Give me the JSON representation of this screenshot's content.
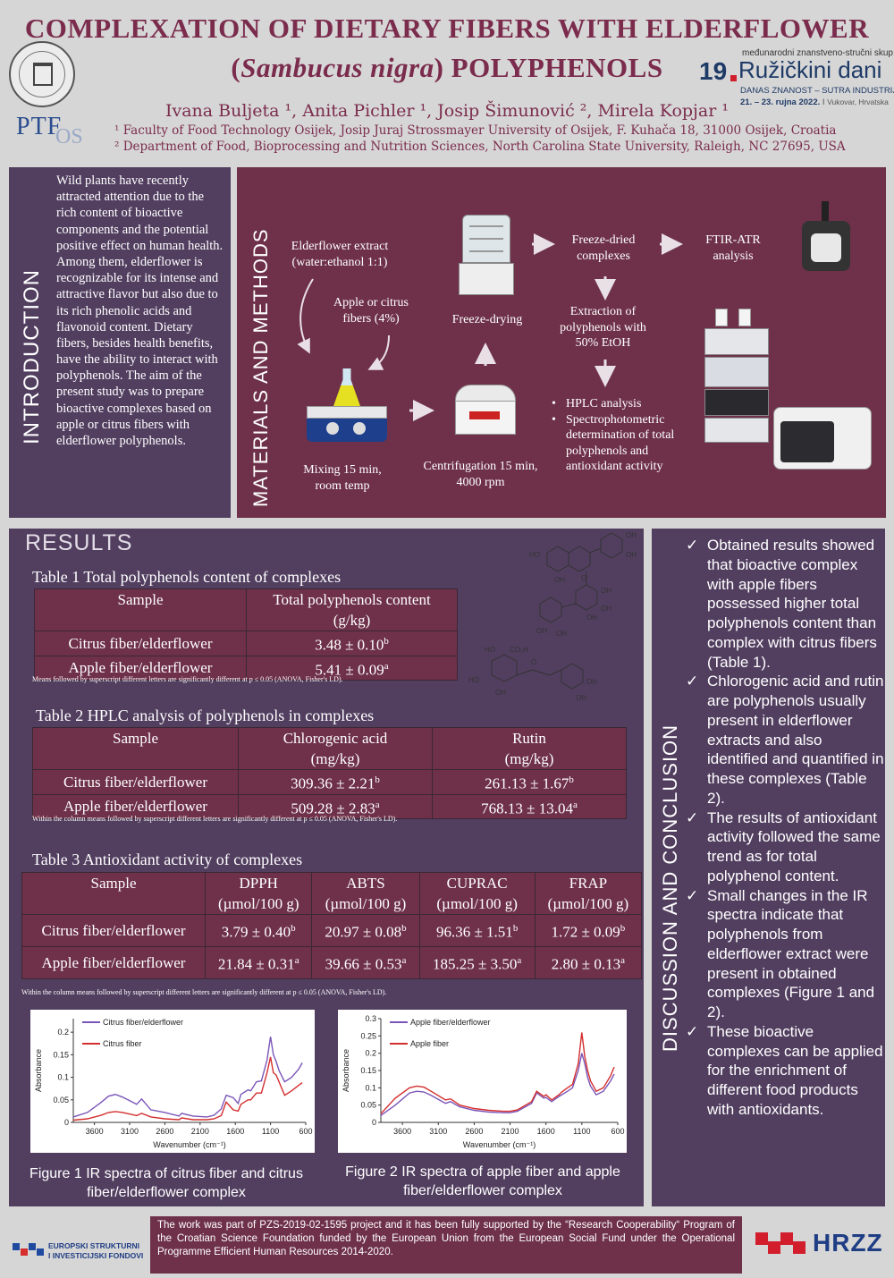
{
  "header": {
    "title_line1": "COMPLEXATION OF DIETARY FIBERS WITH ELDERFLOWER",
    "title_line2_paren_open": "(",
    "title_line2_italic": "Sambucus nigra",
    "title_line2_rest": ") POLYPHENOLS",
    "authors": "Ivana Buljeta ¹, Anita Pichler ¹, Josip Šimunović ², Mirela Kopjar ¹",
    "affiliation1": "¹ Faculty of Food Technology Osijek, Josip Juraj Strossmayer University of Osijek, F. Kuhača 18, 31000 Osijek, Croatia",
    "affiliation2": "² Department of Food, Bioprocessing and Nutrition Sciences, North Carolina State University, Raleigh, NC 27695, USA",
    "ptf_logo_text": "PTF",
    "ptf_logo_os": "OS",
    "conf_top": "međunarodni znanstveno-stručni skup",
    "conf_number": "19",
    "conf_name": "Ružičkini dani",
    "conf_slogan": "DANAS ZNANOST – SUTRA INDUSTRIJA",
    "conf_dates": "21. – 23. rujna 2022.",
    "conf_place": "Vukovar, Hrvatska"
  },
  "introduction": {
    "label": "INTRODUCTION",
    "text": "Wild plants have recently attracted attention due to the rich content of bioactive components and the potential positive effect on human health. Among them, elderflower is recognizable for its intense and attractive flavor but also due to its rich phenolic acids and flavonoid content. Dietary fibers, besides health benefits, have the ability to interact with polyphenols. The aim of the present study was to prepare bioactive complexes based on apple or citrus fibers with elderflower polyphenols."
  },
  "methods": {
    "label": "MATERIALS AND METHODS",
    "extract": "Elderflower extract (water:ethanol 1:1)",
    "fibers": "Apple or citrus fibers (4%)",
    "mixing": "Mixing 15 min, room temp",
    "centrifugation": "Centrifugation 15 min, 4000 rpm",
    "freeze_drying": "Freeze-drying",
    "freeze_dried": "Freeze-dried complexes",
    "ftir": "FTIR-ATR analysis",
    "extraction": "Extraction of polyphenols with 50% EtOH",
    "hplc": "HPLC analysis",
    "spectro": "Spectrophotometric determination of total polyphenols and antioxidant activity"
  },
  "results": {
    "label": "RESULTS",
    "table1": {
      "caption": "Table 1 Total polyphenols content of complexes",
      "headers": [
        "Sample",
        "Total polyphenols content",
        "(g/kg)"
      ],
      "rows": [
        [
          "Citrus fiber/elderflower",
          "3.48 ± 0.10",
          "b"
        ],
        [
          "Apple fiber/elderflower",
          "5.41 ± 0.09",
          "a"
        ]
      ],
      "note": "Means followed by superscript different letters are significantly different at p ≤ 0.05 (ANOVA, Fisher's LD)."
    },
    "table2": {
      "caption": "Table 2 HPLC analysis of polyphenols in complexes",
      "headers": [
        "Sample",
        "Chlorogenic acid",
        "(mg/kg)",
        "Rutin",
        "(mg/kg)"
      ],
      "rows": [
        [
          "Citrus fiber/elderflower",
          "309.36 ± 2.21",
          "b",
          "261.13 ± 1.67",
          "b"
        ],
        [
          "Apple fiber/elderflower",
          "509.28 ± 2.83",
          "a",
          "768.13 ± 13.04",
          "a"
        ]
      ],
      "note": "Within the column means followed by superscript different letters are significantly different at p ≤ 0.05 (ANOVA, Fisher's LD)."
    },
    "table3": {
      "caption": "Table 3 Antioxidant activity of complexes",
      "headers": [
        "Sample",
        "DPPH",
        "ABTS",
        "CUPRAC",
        "FRAP"
      ],
      "unit": "(µmol/100 g)",
      "rows": [
        [
          "Citrus fiber/elderflower",
          "3.79 ± 0.40",
          "b",
          "20.97 ± 0.08",
          "b",
          "96.36 ± 1.51",
          "b",
          "1.72 ± 0.09",
          "b"
        ],
        [
          "Apple fiber/elderflower",
          "21.84 ± 0.31",
          "a",
          "39.66 ± 0.53",
          "a",
          "185.25 ± 3.50",
          "a",
          "2.80 ± 0.13",
          "a"
        ]
      ],
      "note": "Within the column means followed by superscript different letters are significantly different at p ≤ 0.05 (ANOVA, Fisher's LD)."
    },
    "figure1_caption": "Figure 1 IR spectra of citrus fiber and citrus fiber/elderflower complex",
    "figure2_caption": "Figure 2 IR spectra of apple fiber and apple fiber/elderflower complex"
  },
  "chart_data": [
    {
      "type": "line",
      "xlabel": "Wavenumber (cm⁻¹)",
      "ylabel": "Absorbance",
      "xlim": [
        3900,
        600
      ],
      "ylim": [
        0,
        0.23
      ],
      "xticks": [
        3600,
        3100,
        2600,
        2100,
        1600,
        1100,
        600
      ],
      "yticks": [
        0,
        0.05,
        0.1,
        0.15,
        0.2
      ],
      "legend": "top-left",
      "series": [
        {
          "name": "Citrus fiber/elderflower",
          "color": "#7a55b8",
          "x": [
            3900,
            3700,
            3500,
            3400,
            3300,
            3200,
            3000,
            2930,
            2800,
            2600,
            2400,
            2360,
            2200,
            2100,
            2000,
            1900,
            1800,
            1730,
            1630,
            1560,
            1520,
            1420,
            1380,
            1300,
            1230,
            1150,
            1100,
            1060,
            1020,
            980,
            900,
            800,
            700,
            650
          ],
          "y": [
            0.012,
            0.022,
            0.045,
            0.058,
            0.062,
            0.056,
            0.04,
            0.052,
            0.028,
            0.022,
            0.014,
            0.02,
            0.014,
            0.013,
            0.012,
            0.016,
            0.03,
            0.06,
            0.055,
            0.042,
            0.062,
            0.072,
            0.07,
            0.09,
            0.092,
            0.138,
            0.19,
            0.15,
            0.135,
            0.115,
            0.09,
            0.1,
            0.118,
            0.132
          ]
        },
        {
          "name": "Citrus fiber",
          "color": "#d42e2e",
          "x": [
            3900,
            3700,
            3500,
            3400,
            3300,
            3200,
            3000,
            2930,
            2800,
            2600,
            2400,
            2360,
            2200,
            2100,
            2000,
            1900,
            1800,
            1730,
            1630,
            1560,
            1520,
            1420,
            1380,
            1300,
            1230,
            1150,
            1100,
            1060,
            1020,
            980,
            900,
            800,
            700,
            650
          ],
          "y": [
            0.005,
            0.008,
            0.016,
            0.022,
            0.024,
            0.022,
            0.015,
            0.02,
            0.012,
            0.008,
            0.006,
            0.01,
            0.006,
            0.006,
            0.006,
            0.008,
            0.015,
            0.045,
            0.028,
            0.025,
            0.04,
            0.05,
            0.05,
            0.065,
            0.065,
            0.11,
            0.145,
            0.11,
            0.105,
            0.09,
            0.06,
            0.07,
            0.082,
            0.088
          ]
        }
      ]
    },
    {
      "type": "line",
      "xlabel": "Wavenumber (cm⁻¹)",
      "ylabel": "Absorbance",
      "xlim": [
        3900,
        600
      ],
      "ylim": [
        0,
        0.3
      ],
      "xticks": [
        3600,
        3100,
        2600,
        2100,
        1600,
        1100,
        600
      ],
      "yticks": [
        0,
        0.05,
        0.1,
        0.15,
        0.2,
        0.25,
        0.3
      ],
      "legend": "top-left",
      "series": [
        {
          "name": "Apple fiber/elderflower",
          "color": "#7a55b8",
          "x": [
            3900,
            3700,
            3500,
            3400,
            3300,
            3200,
            3000,
            2930,
            2800,
            2600,
            2400,
            2200,
            2100,
            2000,
            1800,
            1730,
            1630,
            1600,
            1520,
            1420,
            1380,
            1300,
            1230,
            1150,
            1100,
            1060,
            1020,
            980,
            900,
            800,
            700,
            650
          ],
          "y": [
            0.02,
            0.05,
            0.085,
            0.09,
            0.088,
            0.078,
            0.055,
            0.06,
            0.045,
            0.035,
            0.03,
            0.028,
            0.028,
            0.032,
            0.055,
            0.085,
            0.07,
            0.072,
            0.06,
            0.075,
            0.08,
            0.09,
            0.1,
            0.15,
            0.2,
            0.17,
            0.13,
            0.105,
            0.08,
            0.09,
            0.12,
            0.14
          ]
        },
        {
          "name": "Apple fiber",
          "color": "#d42e2e",
          "x": [
            3900,
            3700,
            3500,
            3400,
            3300,
            3200,
            3000,
            2930,
            2800,
            2600,
            2400,
            2200,
            2100,
            2000,
            1800,
            1730,
            1630,
            1600,
            1520,
            1420,
            1380,
            1300,
            1230,
            1150,
            1100,
            1060,
            1020,
            980,
            900,
            800,
            700,
            650
          ],
          "y": [
            0.025,
            0.07,
            0.1,
            0.105,
            0.102,
            0.09,
            0.065,
            0.068,
            0.05,
            0.04,
            0.035,
            0.032,
            0.032,
            0.036,
            0.06,
            0.09,
            0.075,
            0.08,
            0.065,
            0.08,
            0.088,
            0.1,
            0.11,
            0.17,
            0.26,
            0.19,
            0.15,
            0.12,
            0.09,
            0.1,
            0.135,
            0.16
          ]
        }
      ]
    }
  ],
  "conclusion": {
    "label": "DISCUSSION AND CONCLUSION",
    "items": [
      "Obtained results showed that bioactive complex with apple fibers possessed higher total polyphenols content than complex with citrus fibers (Table 1).",
      "Chlorogenic acid and rutin are polyphenols usually present in elderflower extracts and also identified and quantified in these complexes (Table 2).",
      "The results of antioxidant activity followed the same trend as for total polyphenol content.",
      "Small changes in the IR spectra indicate that polyphenols from elderflower extract were present in obtained complexes (Figure 1 and 2).",
      "These bioactive complexes can be applied for the enrichment of different food products with antioxidants."
    ]
  },
  "footer": {
    "eu_line1": "EUROPSKI STRUKTURNI",
    "eu_line2": "I INVESTICIJSKI FONDOVI",
    "funding": "The work was part of PZS-2019-02-1595 project and it has been fully supported by the “Research Cooperability“ Program of the Croatian Science Foundation funded by the European Union from the European Social Fund under the Operational Programme Efficient Human Resources 2014-2020.",
    "hrzz": "HRZZ"
  },
  "molecules": {
    "oh": "OH",
    "ho": "HO",
    "o": "O",
    "co2h": "CO₂H"
  }
}
